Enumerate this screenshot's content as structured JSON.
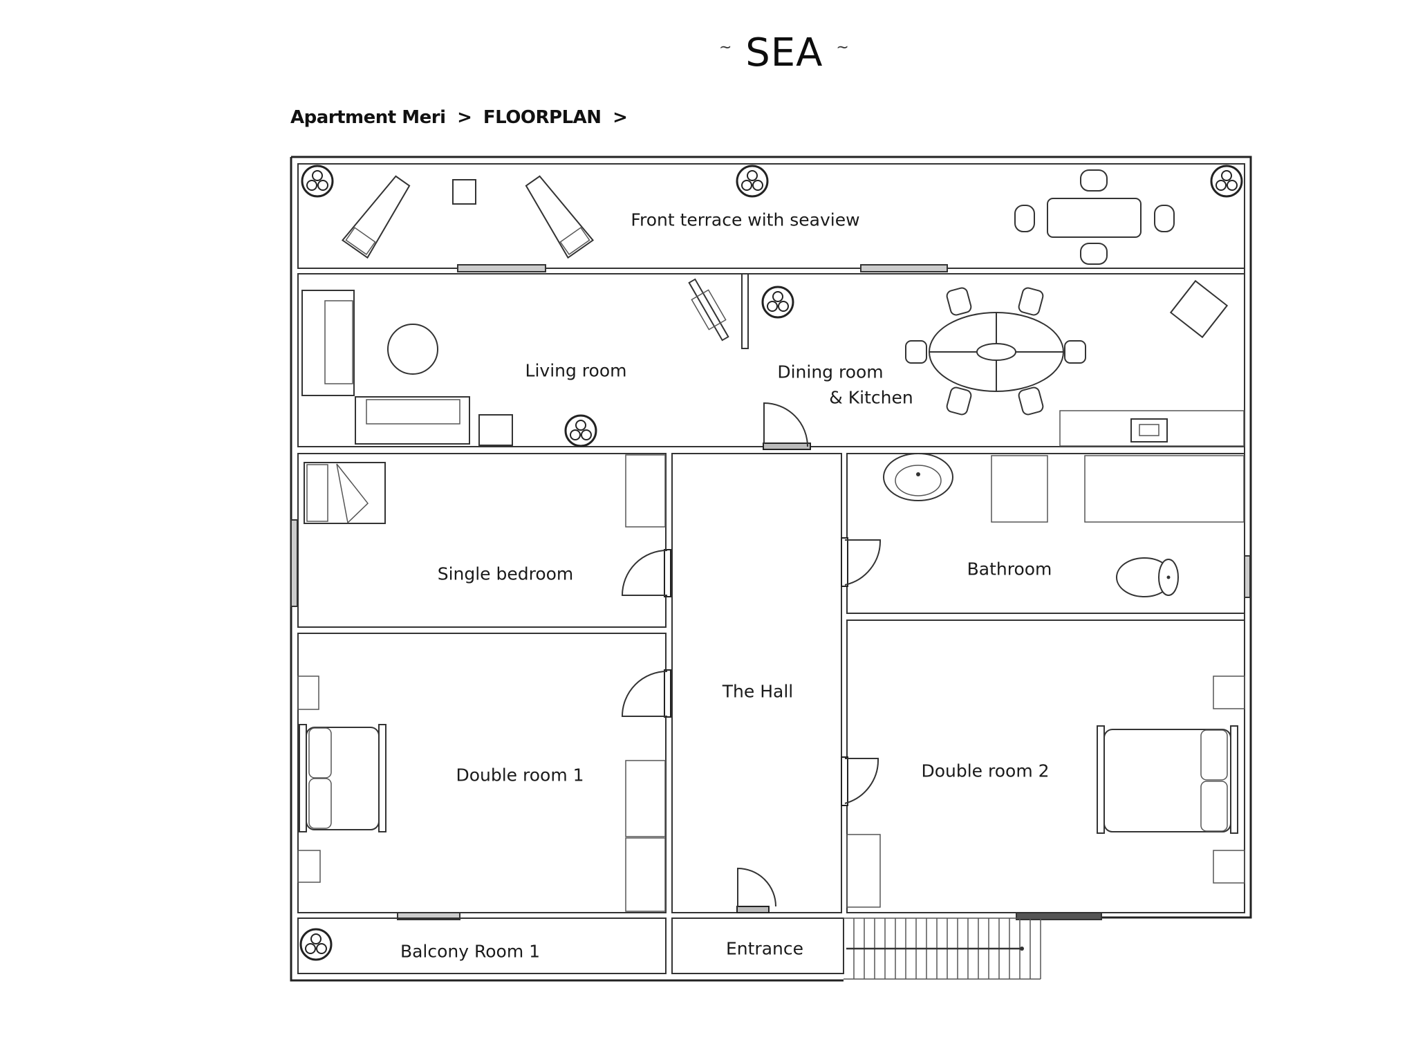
{
  "header": {
    "title": "SEA",
    "title_prefix": "~",
    "title_suffix": "~"
  },
  "breadcrumb": {
    "items": [
      "Apartment Meri",
      "FLOORPLAN"
    ],
    "separator": ">"
  },
  "rooms": {
    "terrace": "Front terrace with seaview",
    "living": "Living room",
    "dining_line1": "Dining room",
    "dining_line2": "& Kitchen",
    "single": "Single bedroom",
    "bathroom": "Bathroom",
    "hall": "The Hall",
    "double1": "Double room 1",
    "double2": "Double room 2",
    "balcony": "Balcony Room 1",
    "entrance": "Entrance"
  },
  "colors": {
    "walls": "#222222",
    "background": "#ffffff",
    "text": "#111111"
  }
}
